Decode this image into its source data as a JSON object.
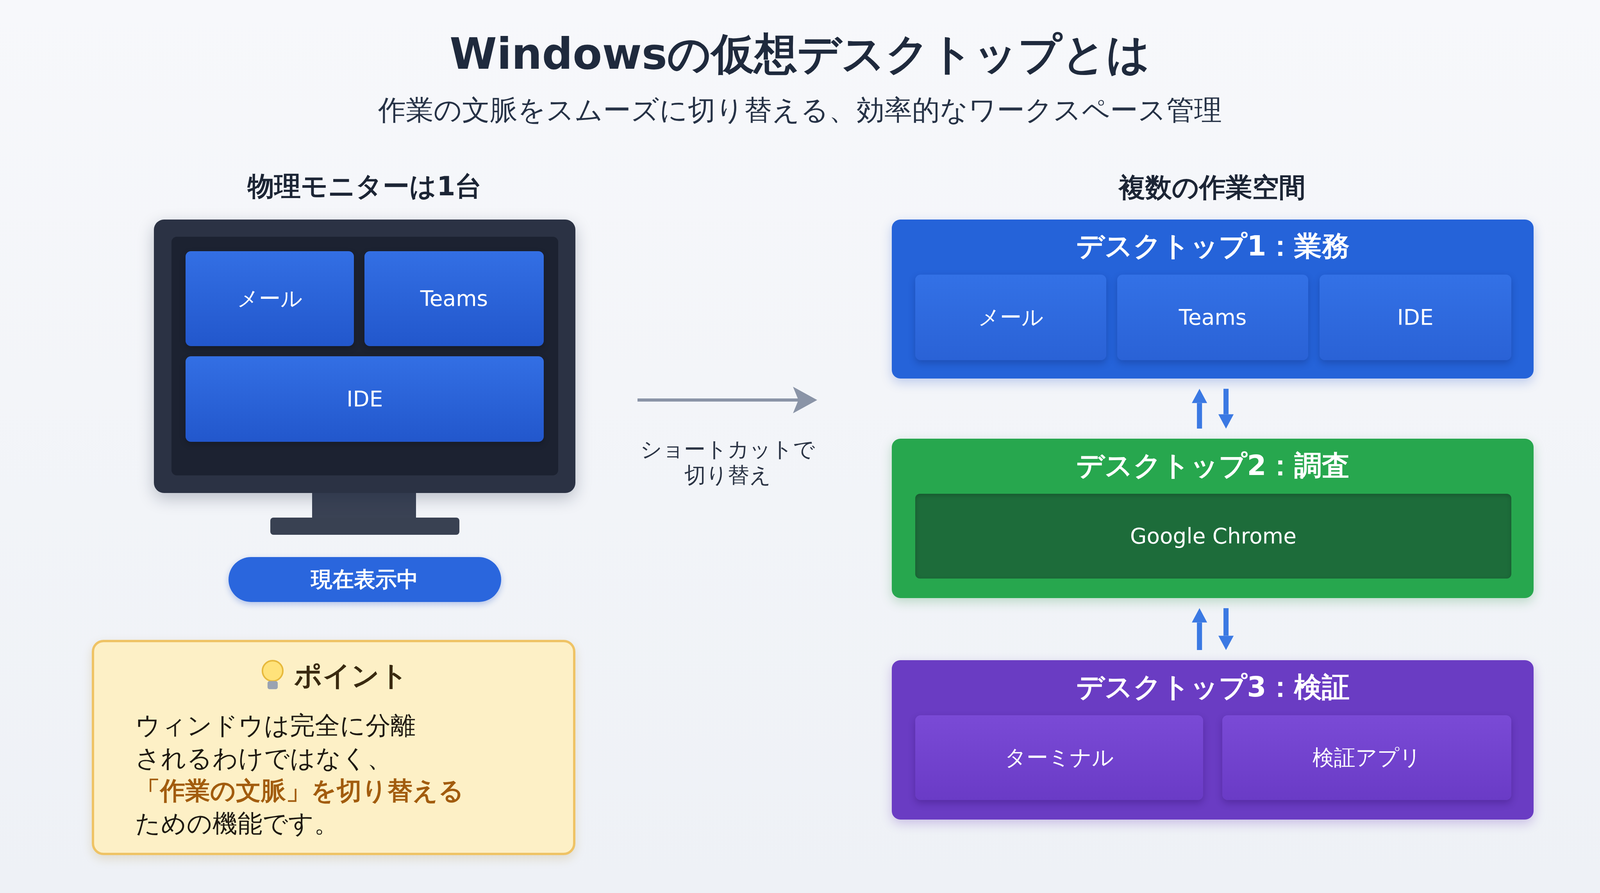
{
  "diagram": {
    "title": "Windowsの仮想デスクトップとは",
    "nodes": [
      {
        "text": [
          "物理モニターは1台"
        ]
      },
      {
        "text": [
          "メール"
        ],
        "in": 0
      },
      {
        "text": [
          "Teams"
        ],
        "in": 0
      },
      {
        "text": [
          "IDE"
        ],
        "in": 0
      },
      {
        "text": [
          "現在表示中"
        ]
      },
      {
        "text": [
          "ポイント",
          "ウィンドウは完全に分離 されるわけではなく、",
          "「作業の文脈」を切り替える",
          "ための機能です。"
        ]
      },
      {
        "text": [
          "デスクトップ1：業務"
        ]
      },
      {
        "text": [
          "メール"
        ],
        "in": 6
      },
      {
        "text": [
          "Teams"
        ],
        "in": 6
      },
      {
        "text": [
          "IDE"
        ],
        "in": 6
      },
      {
        "text": [
          "デスクトップ2：調査"
        ]
      },
      {
        "text": [
          "Google Chrome"
        ],
        "in": 10
      },
      {
        "text": [
          "デスクトップ3：検証"
        ]
      },
      {
        "text": [
          "ターミナル"
        ],
        "in": 12
      },
      {
        "text": [
          "検証アプリ"
        ],
        "in": 12
      }
    ],
    "edges": [
      {
        "from": 6,
        "to": 10,
        "arrow": "both"
      },
      {
        "from": 10,
        "to": 12,
        "arrow": "both"
      }
    ],
    "labels": [
      "作業の文脈をスムーズに切り替える、効率的なワークスペース管理",
      "ショートカットで 切り替え",
      "複数の作業空間"
    ]
  }
}
